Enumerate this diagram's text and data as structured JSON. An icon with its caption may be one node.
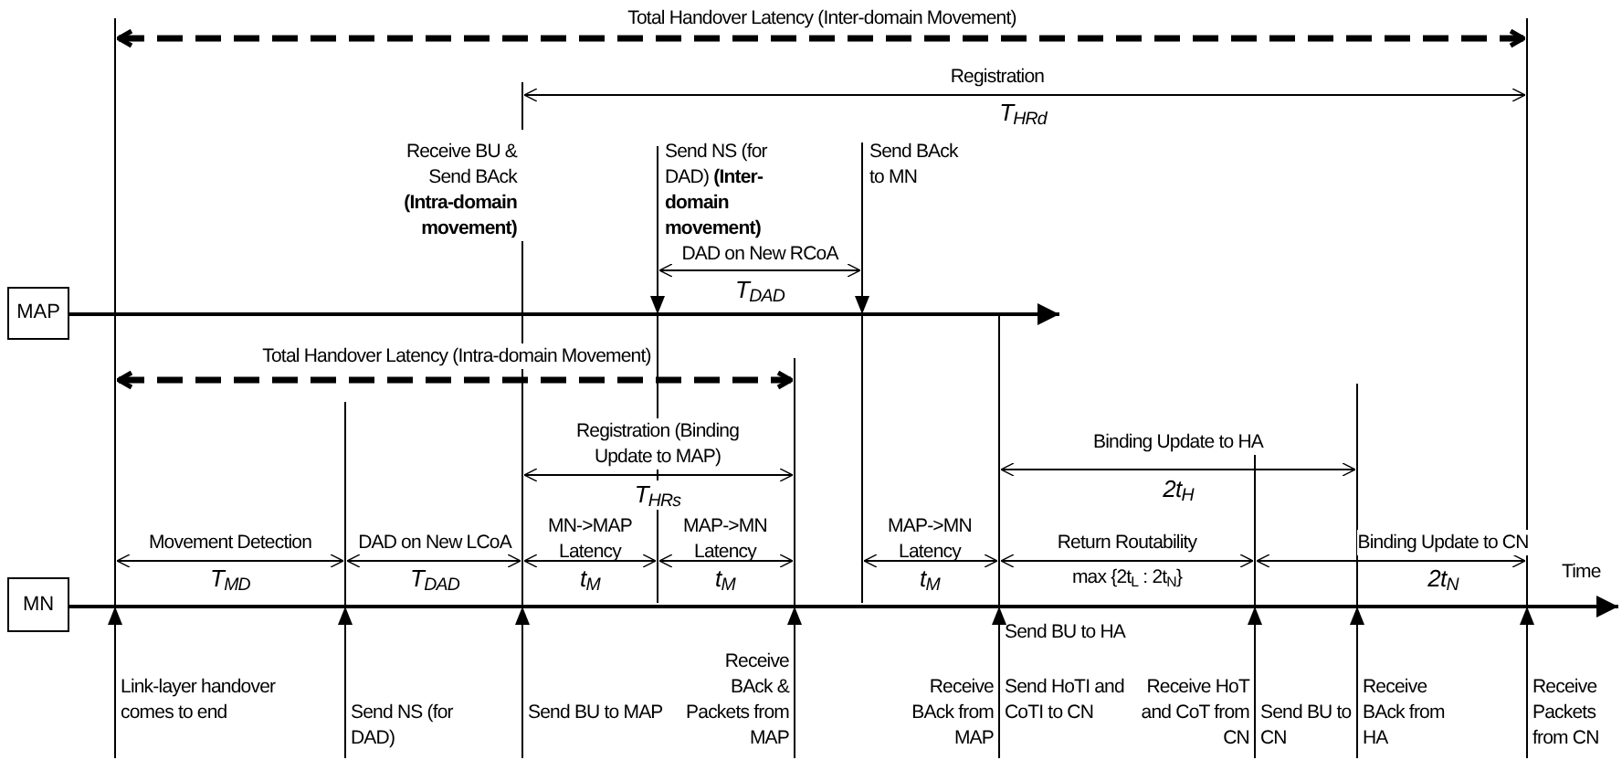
{
  "diagram": {
    "nodes": [
      {
        "text": [
          "MAP"
        ]
      },
      {
        "text": [
          "MN"
        ]
      }
    ],
    "edges": [
      {
        "from": 0,
        "to": null,
        "arrow": "to"
      },
      {
        "from": 1,
        "to": null,
        "arrow": "to"
      }
    ],
    "labels": [
      "Total Handover Latency (Inter-domain Movement)",
      "Registration",
      "T$_{HR}$$_{d}$",
      "Receive BU & Send BAck **(Intra-domain movement)**",
      "Send NS (for DAD) **(Inter-domain movement)**",
      "Send BAck to MN",
      "DAD on New RCoA",
      "T$_{DAD}$",
      "Total Handover Latency (Intra-domain Movement)",
      "Registration (Binding Update to MAP)",
      "T$_{HR}$$_{s}$",
      "Binding Update to HA",
      "2t$_{H}$",
      "Movement Detection",
      "DAD on New LCoA",
      "MN->MAP Latency",
      "MAP->MN Latency",
      "MAP->MN Latency",
      "Return Routability",
      "Binding Update to CN",
      "T$_{MD}$",
      "T$_{DAD}$",
      "t$_{M}$",
      "t$_{M}$",
      "t$_{M}$",
      "max {2t$_{L}$ : 2t$_{N}$}",
      "2t$_{N}$",
      "Time",
      "Send BU to HA",
      "Link-layer handover comes to end",
      "Send NS (for DAD)",
      "Send BU to MAP",
      "Receive BAck & Packets from MAP",
      "Receive BAck from MAP",
      "Send HoTI and CoTI to CN",
      "Receive HoT and CoT from CN",
      "Send BU to CN",
      "Receive BAck from HA",
      "Receive Packets from CN"
    ]
  }
}
